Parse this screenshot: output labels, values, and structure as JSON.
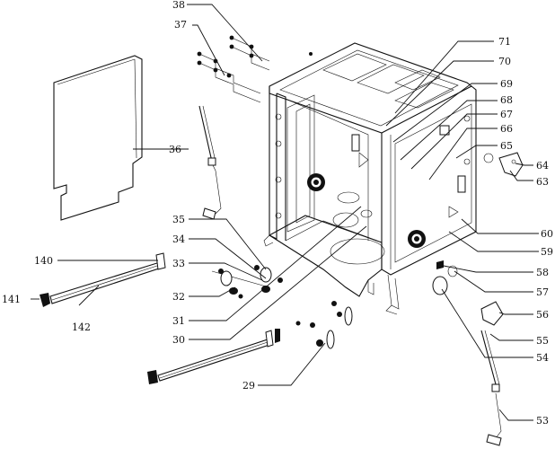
{
  "labels": {
    "l38": "38",
    "l37": "37",
    "l71": "71",
    "l70": "70",
    "l69": "69",
    "l68": "68",
    "l67": "67",
    "l66": "66",
    "l65": "65",
    "l64": "64",
    "l63": "63",
    "l36": "36",
    "l35": "35",
    "l34": "34",
    "l33": "33",
    "l32": "32",
    "l31": "31",
    "l30": "30",
    "l29": "29",
    "l140": "140",
    "l141": "141",
    "l142": "142",
    "l60": "60",
    "l59": "59",
    "l58": "58",
    "l57": "57",
    "l56": "56",
    "l55": "55",
    "l54": "54",
    "l53": "53"
  }
}
